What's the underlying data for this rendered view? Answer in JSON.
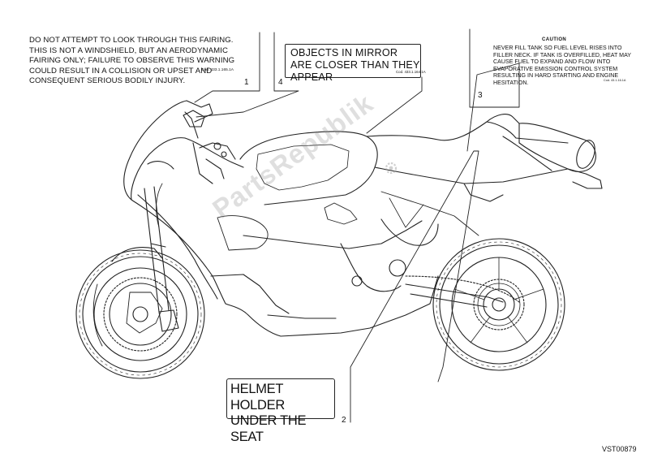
{
  "labels": {
    "label1": {
      "number": "1",
      "text": "DO NOT ATTEMPT TO LOOK THROUGH THIS FAIRING. THIS IS NOT A WINDSHIELD, BUT AN AERODYNAMIC FAIRING ONLY; FAILURE TO OBSERVE THIS WARNING COULD RESULT IN A COLLISION OR UPSET AND CONSEQUENT SERIOUS BODILY INJURY.",
      "code": "Cod. 433.1.165.1A"
    },
    "label4": {
      "number": "4",
      "text": "OBJECTS IN MIRROR ARE CLOSER THAN THEY APPEAR",
      "code": "Cod. 433.1.164.1A"
    },
    "label3": {
      "number": "3",
      "title": "CAUTION",
      "text": "NEVER FILL TANK SO FUEL LEVEL RISES INTO FILLER NECK. IF TANK IS OVERFILLED, HEAT MAY CAUSE FUEL TO EXPAND AND FLOW INTO EVAPORATIVE EMISSION CONTROL SYSTEM RESULTING IN HARD STARTING AND ENGINE HESITATION.",
      "code": "Cod. 43.1.16.1A"
    },
    "label2": {
      "number": "2",
      "text": "HELMET HOLDER UNDER THE SEAT"
    }
  },
  "reference_code": "VST00879",
  "watermark": "PartsRepublik",
  "colors": {
    "line": "#222222",
    "watermark": "#969696",
    "background": "#ffffff"
  }
}
